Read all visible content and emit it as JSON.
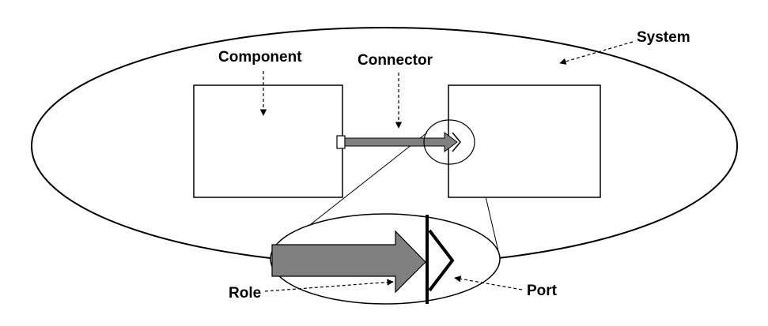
{
  "labels": {
    "system": "System",
    "component": "Component",
    "connector": "Connector",
    "role": "Role",
    "port": "Port"
  },
  "colors": {
    "stroke": "#000000",
    "role_fill": "#808080",
    "background": "#ffffff"
  }
}
